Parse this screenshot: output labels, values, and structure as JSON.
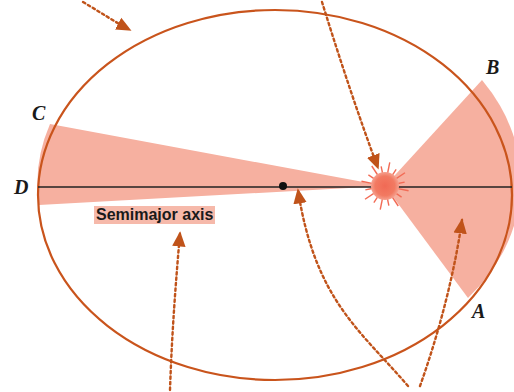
{
  "diagram": {
    "labels": [
      "B",
      "C",
      "D",
      "Semimajor axis",
      "A"
    ]
  }
}
